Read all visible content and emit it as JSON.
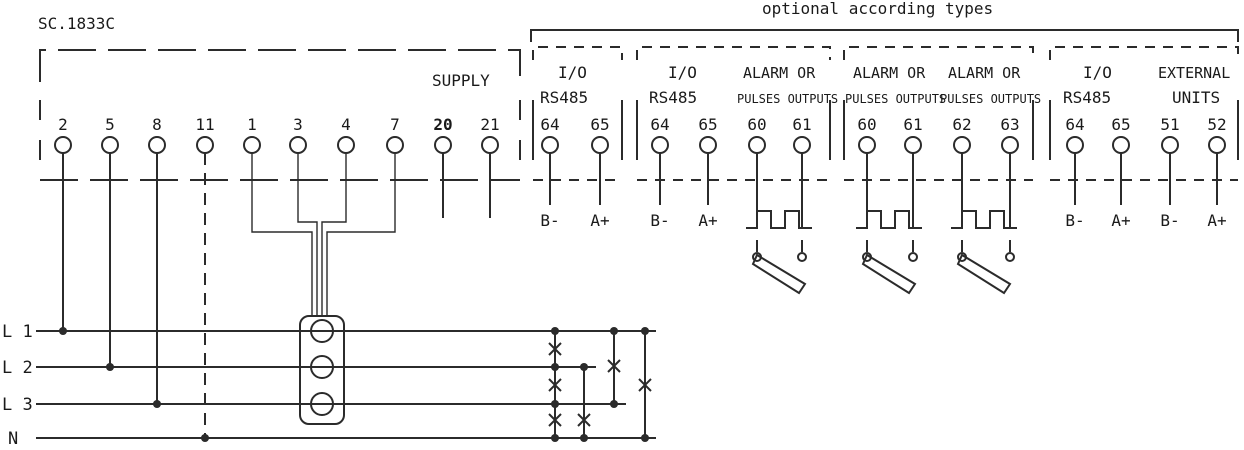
{
  "title": "SC.1833C",
  "optional_label": "optional according types",
  "supply_label": "SUPPLY",
  "terminals_main": [
    "2",
    "5",
    "8",
    "11",
    "1",
    "3",
    "4",
    "7",
    "20",
    "21"
  ],
  "module1": {
    "title": "I/O",
    "subtitle": "RS485",
    "terminals": [
      "64",
      "65"
    ],
    "bottom": [
      "B-",
      "A+"
    ]
  },
  "module2": {
    "io_title": "I/O",
    "io_subtitle": "RS485",
    "alarm_title": "ALARM OR",
    "alarm_subtitle": "PULSES OUTPUTS",
    "terminals": [
      "64",
      "65",
      "60",
      "61"
    ],
    "bottom": [
      "B-",
      "A+"
    ]
  },
  "module3": {
    "alarm_title_1": "ALARM OR",
    "alarm_subtitle_1": "PULSES OUTPUTS",
    "alarm_title_2": "ALARM OR",
    "alarm_subtitle_2": "PULSES OUTPUTS",
    "terminals": [
      "60",
      "61",
      "62",
      "63"
    ]
  },
  "module4": {
    "io_title": "I/O",
    "io_subtitle": "RS485",
    "ext_title": "EXTERNAL",
    "ext_subtitle": "UNITS",
    "terminals": [
      "64",
      "65",
      "51",
      "52"
    ],
    "bottom": [
      "B-",
      "A+",
      "B-",
      "A+"
    ]
  },
  "lines": [
    "L 1",
    "L 2",
    "L 3",
    "N"
  ]
}
